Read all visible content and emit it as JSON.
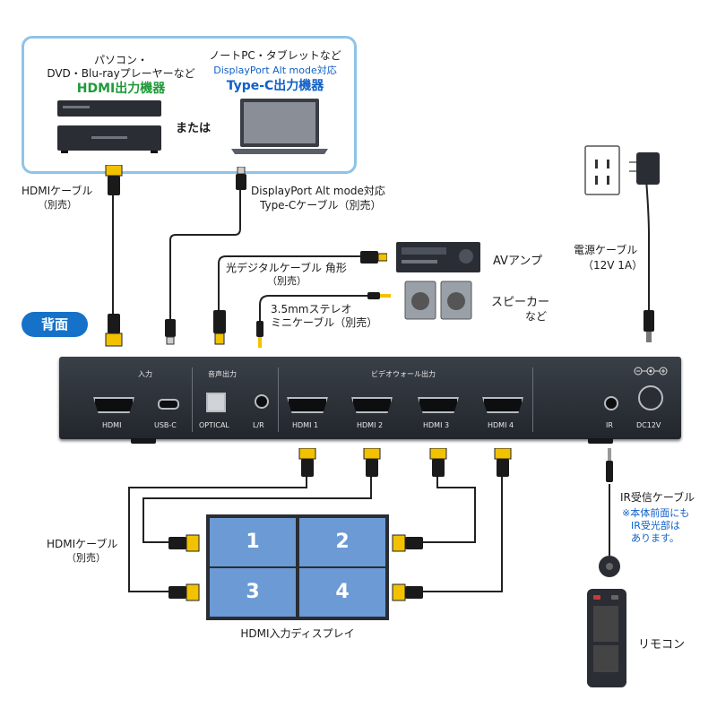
{
  "source_box": {
    "pc_line1": "パソコン・",
    "pc_line2": "DVD・Blu-rayプレーヤーなど",
    "pc_title": "HDMI出力機器",
    "or_text": "または",
    "laptop_line1": "ノートPC・タブレットなど",
    "laptop_line2": "DisplayPort Alt mode対応",
    "laptop_title": "Type-C出力機器"
  },
  "cables": {
    "hdmi_top": "HDMIケーブル",
    "hdmi_top_note": "（別売）",
    "typec_line1": "DisplayPort Alt mode対応",
    "typec_line2": "Type-Cケーブル（別売）",
    "optical_line1": "光デジタルケーブル 角形",
    "optical_note": "（別売）",
    "mini_line1": "3.5mmステレオ",
    "mini_line2": "ミニケーブル（別売）",
    "power_line1": "電源ケーブル",
    "power_line2": "（12V 1A）",
    "ir_title": "IR受信ケーブル",
    "ir_note1": "※本体前面にも",
    "ir_note2": "IR受光部は",
    "ir_note3": "あります。",
    "hdmi_bottom": "HDMIケーブル",
    "hdmi_bottom_note": "（別売）"
  },
  "devices": {
    "av_amp": "AVアンプ",
    "speaker": "スピーカー",
    "speaker_suffix": "など",
    "remote": "リモコン",
    "display_label": "HDMI入力ディスプレイ"
  },
  "badge": "背面",
  "panel": {
    "input_label": "入力",
    "audio_label": "音声出力",
    "wall_label": "ビデオウォール出力",
    "ports": {
      "hdmi": "HDMI",
      "usbc": "USB-C",
      "optical": "OPTICAL",
      "lr": "L/R",
      "hdmi1": "HDMI 1",
      "hdmi2": "HDMI 2",
      "hdmi3": "HDMI 3",
      "hdmi4": "HDMI 4",
      "ir": "IR",
      "dc": "DC12V"
    }
  },
  "screens": [
    "1",
    "2",
    "3",
    "4"
  ],
  "colors": {
    "accent_blue": "#1672c8",
    "hdmi_green": "#1f9a3a",
    "screen_blue": "#6b9ad4",
    "box_border": "#8fc3e8",
    "connector_gold": "#f2c200"
  }
}
